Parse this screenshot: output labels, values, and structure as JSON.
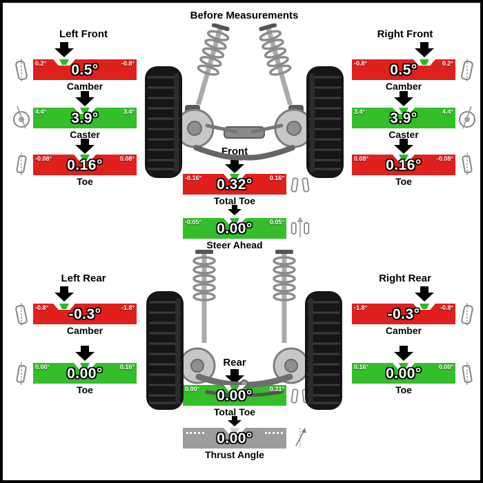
{
  "title": "Before Measurements",
  "colors": {
    "red": "#e0201d",
    "green": "#33bf2a",
    "gray": "#9c9c9c",
    "marker": "#2eb82e"
  },
  "headers": {
    "left_front": "Left Front",
    "right_front": "Right Front",
    "left_rear": "Left Rear",
    "right_rear": "Right Rear",
    "front": "Front",
    "rear": "Rear"
  },
  "gauges": {
    "lf_camber": {
      "left": "0.2°",
      "right": "-0.8°",
      "value": "0.5°",
      "name": "Camber"
    },
    "lf_caster": {
      "left": "4.4°",
      "right": "3.4°",
      "value": "3.9°",
      "name": "Caster"
    },
    "lf_toe": {
      "left": "-0.08°",
      "right": "0.08°",
      "value": "0.16°",
      "name": "Toe"
    },
    "rf_camber": {
      "left": "-0.8°",
      "right": "0.2°",
      "value": "0.5°",
      "name": "Camber"
    },
    "rf_caster": {
      "left": "3.4°",
      "right": "4.4°",
      "value": "3.9°",
      "name": "Caster"
    },
    "rf_toe": {
      "left": "0.08°",
      "right": "-0.08°",
      "value": "0.16°",
      "name": "Toe"
    },
    "front_total_toe": {
      "left": "-0.16°",
      "right": "0.16°",
      "value": "0.32°",
      "name": "Total Toe"
    },
    "steer_ahead": {
      "left": "-0.05°",
      "right": "0.05°",
      "value": "0.00°",
      "name": "Steer Ahead"
    },
    "lr_camber": {
      "left": "-0.8°",
      "right": "-1.8°",
      "value": "-0.3°",
      "name": "Camber"
    },
    "lr_toe": {
      "left": "0.00°",
      "right": "0.16°",
      "value": "0.00°",
      "name": "Toe"
    },
    "rr_camber": {
      "left": "-1.8°",
      "right": "-0.8°",
      "value": "-0.3°",
      "name": "Camber"
    },
    "rr_toe": {
      "left": "0.16°",
      "right": "0.00°",
      "value": "0.00°",
      "name": "Toe"
    },
    "rear_total_toe": {
      "left": "0.00°",
      "right": "0.31°",
      "value": "0.00°",
      "name": "Total Toe"
    },
    "thrust_angle": {
      "left": "",
      "right": "",
      "value": "0.00°",
      "name": "Thrust Angle"
    }
  }
}
